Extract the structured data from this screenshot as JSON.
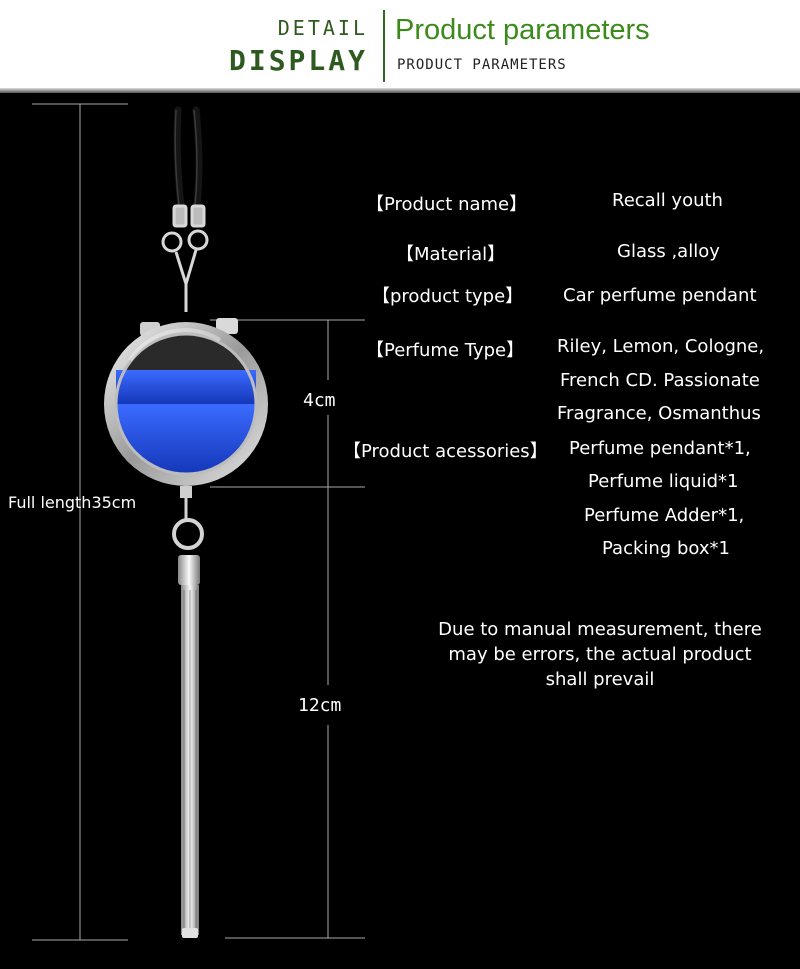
{
  "header": {
    "detail": "DETAIL",
    "display": "DISPLAY",
    "title": "Product parameters",
    "subtitle": "PRODUCT PARAMETERS"
  },
  "dimensions": {
    "full_length": "Full length35cm",
    "pendant": "4cm",
    "tassel": "12cm"
  },
  "specs": [
    {
      "label": "【Product name】",
      "value": "Recall youth"
    },
    {
      "label": "【Material】",
      "value": "Glass ,alloy"
    },
    {
      "label": "【product type】",
      "value": "Car perfume pendant"
    },
    {
      "label": "【Perfume Type】",
      "value": "Riley, Lemon, Cologne,",
      "extra": [
        "French CD. Passionate",
        "Fragrance, Osmanthus"
      ]
    },
    {
      "label": "【Product acessories】",
      "value": "Perfume pendant*1,",
      "extra": [
        "Perfume liquid*1",
        "Perfume Adder*1,",
        "Packing box*1"
      ]
    }
  ],
  "note": {
    "lines": [
      "Due to manual measurement, there",
      "may be errors, the actual product",
      "shall prevail"
    ]
  },
  "colors": {
    "header_green_dark": "#2e5a1f",
    "header_green": "#3d8a1c",
    "liquid_blue": "#1f4fd8"
  }
}
